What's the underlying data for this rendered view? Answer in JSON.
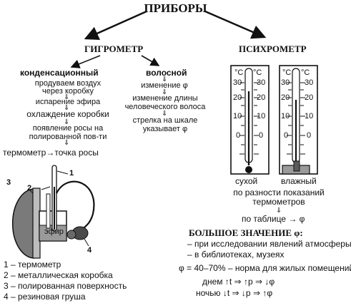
{
  "title": "ПРИБОРЫ",
  "hygrometer": {
    "title": "ГИГРОМЕТР",
    "condensation": {
      "title": "конденсационный",
      "steps": [
        "продуваем воздух через коробку",
        "испарение эфира",
        "охлаждение коробки",
        "появление росы на полированной пов-ти",
        "термометр→точка росы"
      ],
      "step_lines": {
        "s1a": "продуваем воздух",
        "s1b": "через коробку",
        "s2": "испарение эфира",
        "s3": "охлаждение коробки",
        "s4a": "появление росы на",
        "s4b": "полированной пов-ти",
        "s5": "термометр→точка росы"
      }
    },
    "hair": {
      "title": "волосной",
      "steps": {
        "s1": "изменение φ",
        "s2a": "изменение длины",
        "s2b": "человеческого волоса",
        "s3a": "стрелка на шкале",
        "s3b": "указывает φ"
      }
    },
    "figure": {
      "label_ether": "эфир",
      "callouts": [
        "1",
        "2",
        "3",
        "4"
      ]
    },
    "legend": [
      "1 – термометр",
      "2 – металлическая коробка",
      "3 – полированная поверхность",
      "4 – резиновая груша"
    ]
  },
  "psychrometer": {
    "title": "ПСИХРОМЕТР",
    "scale_unit": "°C",
    "ticks": [
      "30",
      "20",
      "10",
      "0"
    ],
    "dry_label": "сухой",
    "wet_label": "влажный",
    "note_a": "по разности показаний",
    "note_b": "термометров",
    "table_line": "по таблице → φ",
    "importance": "БОЛЬШОЕ ЗНАЧЕНИЕ φ:",
    "uses": [
      "– при исследовании явлений атмосферы",
      "– в библиотеках, музеях"
    ],
    "norm": "φ = 40–70% – норма для жилых помещений",
    "day": "днем ↑t ⇒ ↑p ⇒ ↓φ",
    "night": "ночью ↓t ⇒ ↓p ⇒ ↑φ"
  },
  "icons": [
    "arrow-down-icon",
    "arrow-diagonal-icon"
  ],
  "colors": {
    "ink": "#111111",
    "fill_grey": "#9a9a9a",
    "dark_grey": "#5a5a5a"
  }
}
